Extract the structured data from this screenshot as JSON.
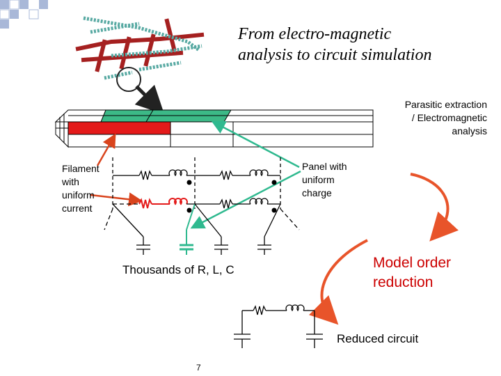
{
  "title_line1": "From electro-magnetic",
  "title_line2": "analysis to circuit simulation",
  "label_parasitic_line1": "Parasitic extraction",
  "label_parasitic_line2": "/ Electromagnetic",
  "label_parasitic_line3": "analysis",
  "label_filament_line1": "Filament",
  "label_filament_line2": "with",
  "label_filament_line3": "uniform",
  "label_filament_line4": "current",
  "label_panel_line1": "Panel with",
  "label_panel_line2": "uniform",
  "label_panel_line3": "charge",
  "label_thousands": "Thousands of R, L, C",
  "label_model_order_line1": "Model order",
  "label_model_order_line2": "reduction",
  "label_reduced": "Reduced circuit",
  "page_number": "7",
  "colors": {
    "filament_red": "#e41a1a",
    "panel_green": "#2fb98f",
    "arrow_red": "#d9441d",
    "interconnect_red": "#a52020",
    "interconnect_teal": "#57a9a2",
    "deco_square": "#a9b8d8"
  }
}
